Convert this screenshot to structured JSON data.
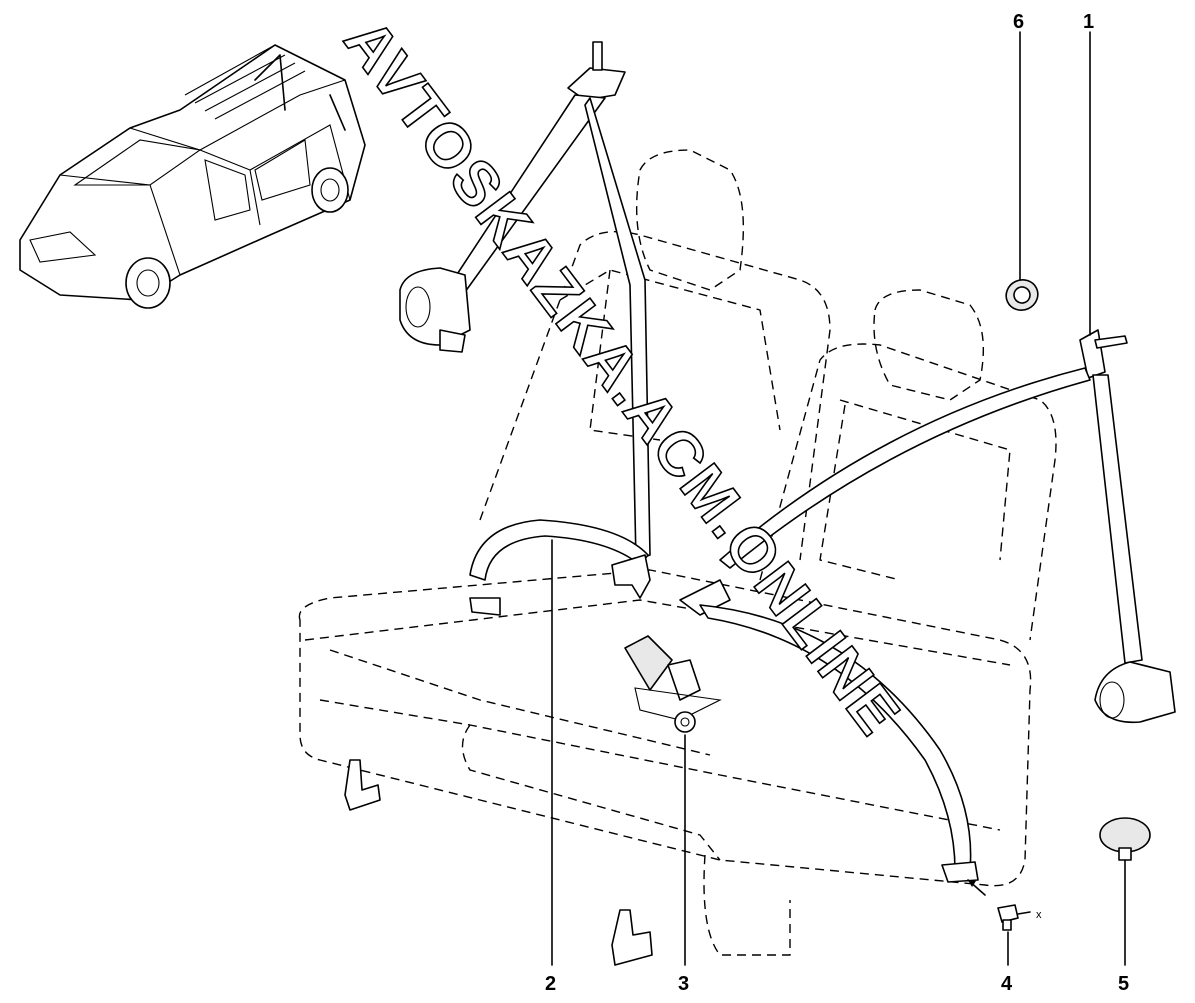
{
  "diagram": {
    "watermark": "AVTOSKAZKA.ACM.ONLINE",
    "callouts": [
      {
        "id": "1",
        "label": "1"
      },
      {
        "id": "2",
        "label": "2"
      },
      {
        "id": "3",
        "label": "3"
      },
      {
        "id": "4",
        "label": "4"
      },
      {
        "id": "5",
        "label": "5"
      },
      {
        "id": "6",
        "label": "6"
      }
    ],
    "annotation_x": "x"
  },
  "colors": {
    "line": "#000000",
    "background": "#ffffff"
  }
}
